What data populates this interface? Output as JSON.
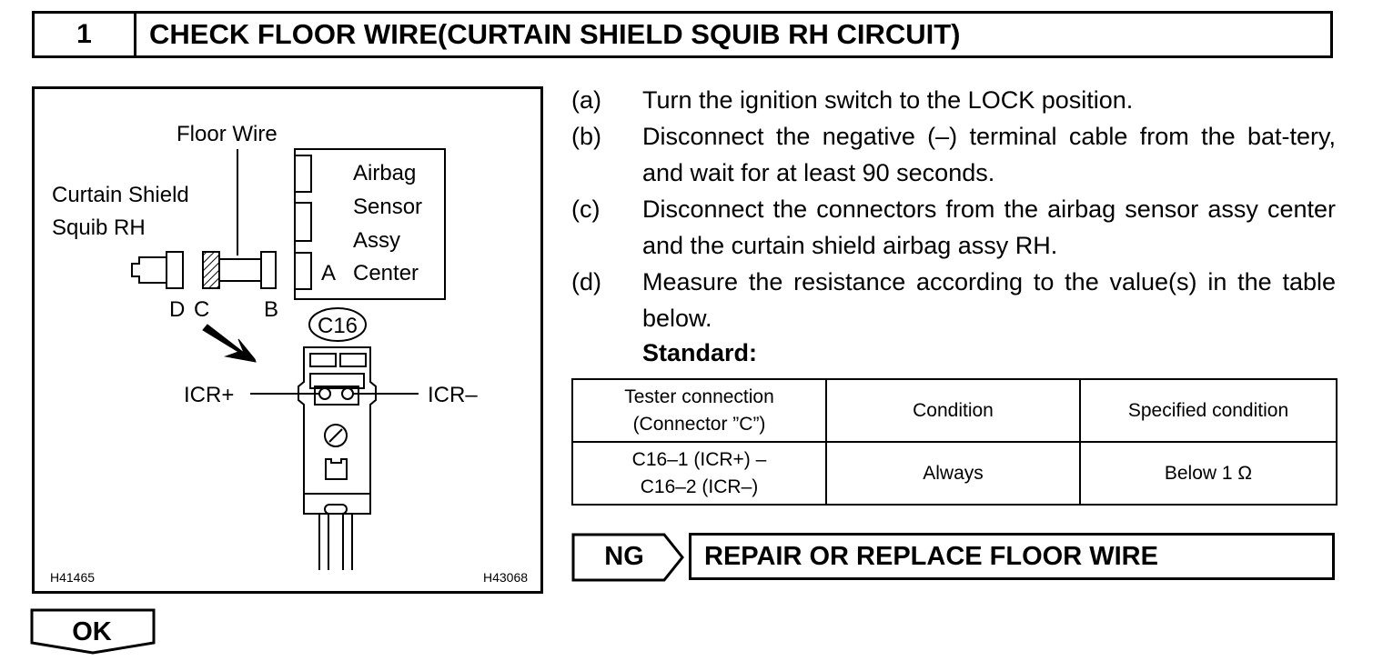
{
  "header": {
    "step_number": "1",
    "title": "CHECK FLOOR WIRE(CURTAIN SHIELD SQUIB RH CIRCUIT)"
  },
  "figure": {
    "labels": {
      "floor_wire": "Floor Wire",
      "curtain_line1": "Curtain Shield",
      "curtain_line2": "Squib RH",
      "airbag_line1": "Airbag",
      "airbag_line2": "Sensor",
      "airbag_line3": "Assy",
      "airbag_line4": "Center",
      "conn_a": "A",
      "conn_b": "B",
      "conn_c": "C",
      "conn_d": "D",
      "connector_id": "C16",
      "icr_plus": "ICR+",
      "icr_minus": "ICR–",
      "code_left": "H41465",
      "code_right": "H43068"
    }
  },
  "steps": [
    {
      "letter": "(a)",
      "text": "Turn the ignition switch to the LOCK position."
    },
    {
      "letter": "(b)",
      "text": "Disconnect the negative (–) terminal cable from the bat-tery, and wait for at least 90 seconds."
    },
    {
      "letter": "(c)",
      "text": "Disconnect the connectors from the airbag sensor assy center and the curtain shield airbag assy RH."
    },
    {
      "letter": "(d)",
      "text": "Measure the resistance according to the value(s) in the table below."
    }
  ],
  "standard_label": "Standard:",
  "table": {
    "headers": {
      "col1_line1": "Tester connection",
      "col1_line2": "(Connector ”C”)",
      "col2": "Condition",
      "col3": "Specified condition"
    },
    "row": {
      "col1_line1": "C16–1 (ICR+) –",
      "col1_line2": "C16–2 (ICR–)",
      "col2": "Always",
      "col3": "Below 1 Ω"
    }
  },
  "ng": {
    "label": "NG",
    "action": "REPAIR OR REPLACE FLOOR WIRE"
  },
  "ok": {
    "label": "OK"
  }
}
